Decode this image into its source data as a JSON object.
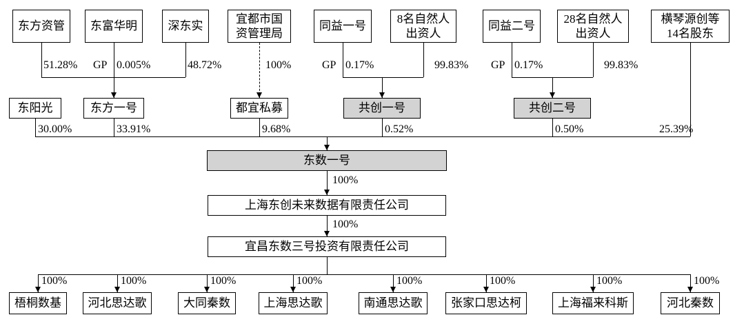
{
  "diagram": {
    "type": "equity-ownership-structure",
    "colors": {
      "highlight_fill": "#d3d3d3",
      "box_bg": "#ffffff",
      "line": "#000000"
    },
    "labels": {
      "gp": "GP"
    },
    "nodes": {
      "row1": [
        {
          "label": "东方资管"
        },
        {
          "label": "东富华明"
        },
        {
          "label": "深东实"
        },
        {
          "label": "宜都市国\n资管理局"
        },
        {
          "label": "同益一号"
        },
        {
          "label": "8名自然人\n出资人"
        },
        {
          "label": "同益二号"
        },
        {
          "label": "28名自然人\n出资人"
        },
        {
          "label": "横琴源创等\n14名股东"
        }
      ],
      "row2": [
        {
          "label": "东阳光"
        },
        {
          "label": "东方一号"
        },
        {
          "label": "都宜私募"
        },
        {
          "label": "共创一号",
          "highlight": true
        },
        {
          "label": "共创二号",
          "highlight": true
        }
      ],
      "chain": [
        {
          "label": "东数一号",
          "highlight": true
        },
        {
          "label": "上海东创未来数据有限责任公司"
        },
        {
          "label": "宜昌东数三号投资有限责任公司"
        }
      ],
      "subsidiaries": [
        {
          "label": "梧桐数基"
        },
        {
          "label": "河北思达歌"
        },
        {
          "label": "大同秦数"
        },
        {
          "label": "上海思达歌"
        },
        {
          "label": "南通思达歌"
        },
        {
          "label": "张家口思达柯"
        },
        {
          "label": "上海福来科斯"
        },
        {
          "label": "河北秦数"
        }
      ]
    },
    "edges": [
      {
        "from": "东方资管",
        "to": "东方一号",
        "pct": "51.28%"
      },
      {
        "from": "东富华明",
        "to": "东方一号",
        "pct": "0.005%",
        "role": "GP"
      },
      {
        "from": "深东实",
        "to": "东方一号",
        "pct": "48.72%"
      },
      {
        "from": "宜都市国资管理局",
        "to": "都宜私募",
        "pct": "100%",
        "line_style": "dashed"
      },
      {
        "from": "同益一号",
        "to": "共创一号",
        "pct": "0.17%",
        "role": "GP"
      },
      {
        "from": "8名自然人出资人",
        "to": "共创一号",
        "pct": "99.83%"
      },
      {
        "from": "同益二号",
        "to": "共创二号",
        "pct": "0.17%",
        "role": "GP"
      },
      {
        "from": "28名自然人出资人",
        "to": "共创二号",
        "pct": "99.83%"
      },
      {
        "from": "东阳光",
        "to": "东数一号",
        "pct": "30.00%"
      },
      {
        "from": "东方一号",
        "to": "东数一号",
        "pct": "33.91%"
      },
      {
        "from": "都宜私募",
        "to": "东数一号",
        "pct": "9.68%"
      },
      {
        "from": "共创一号",
        "to": "东数一号",
        "pct": "0.52%"
      },
      {
        "from": "共创二号",
        "to": "东数一号",
        "pct": "0.50%"
      },
      {
        "from": "横琴源创等14名股东",
        "to": "东数一号",
        "pct": "25.39%"
      },
      {
        "from": "东数一号",
        "to": "上海东创未来数据有限责任公司",
        "pct": "100%"
      },
      {
        "from": "上海东创未来数据有限责任公司",
        "to": "宜昌东数三号投资有限责任公司",
        "pct": "100%"
      },
      {
        "from": "宜昌东数三号投资有限责任公司",
        "to": "梧桐数基",
        "pct": "100%"
      },
      {
        "from": "宜昌东数三号投资有限责任公司",
        "to": "河北思达歌",
        "pct": "100%"
      },
      {
        "from": "宜昌东数三号投资有限责任公司",
        "to": "大同秦数",
        "pct": "100%"
      },
      {
        "from": "宜昌东数三号投资有限责任公司",
        "to": "上海思达歌",
        "pct": "100%"
      },
      {
        "from": "宜昌东数三号投资有限责任公司",
        "to": "南通思达歌",
        "pct": "100%"
      },
      {
        "from": "宜昌东数三号投资有限责任公司",
        "to": "张家口思达柯",
        "pct": "100%"
      },
      {
        "from": "宜昌东数三号投资有限责任公司",
        "to": "上海福来科斯",
        "pct": "100%"
      },
      {
        "from": "宜昌东数三号投资有限责任公司",
        "to": "河北秦数",
        "pct": "100%"
      }
    ]
  }
}
